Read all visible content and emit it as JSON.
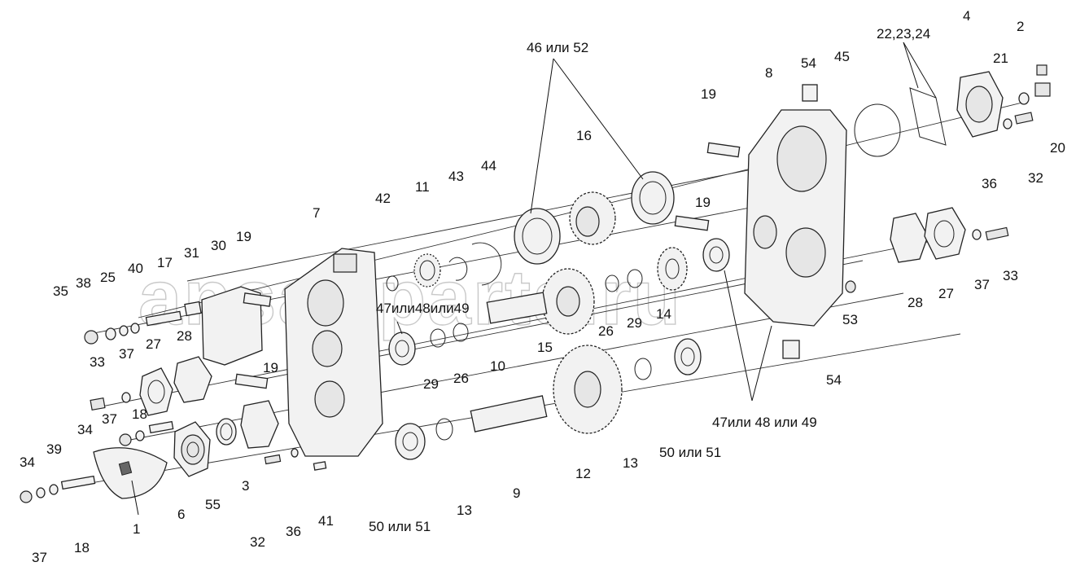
{
  "diagram": {
    "watermark": "ansat-parts.ru",
    "corner_mark": "",
    "labels": {
      "l1": "1",
      "l2": "2",
      "l3": "3",
      "l4": "4",
      "l6": "6",
      "l7": "7",
      "l8": "8",
      "l9": "9",
      "l10": "10",
      "l11": "11",
      "l12": "12",
      "l13a": "13",
      "l13b": "13",
      "l14": "14",
      "l15": "15",
      "l16": "16",
      "l17": "17",
      "l18a": "18",
      "l18b": "18",
      "l19a": "19",
      "l19b": "19",
      "l19c": "19",
      "l19d": "19",
      "l20": "20",
      "l21": "21",
      "l22": "22,23,24",
      "l25": "25",
      "l26a": "26",
      "l26b": "26",
      "l27a": "27",
      "l27b": "27",
      "l28a": "28",
      "l28b": "28",
      "l29a": "29",
      "l29b": "29",
      "l30": "30",
      "l31": "31",
      "l32a": "32",
      "l32b": "32",
      "l33a": "33",
      "l33b": "33",
      "l34a": "34",
      "l34b": "34",
      "l35": "35",
      "l36a": "36",
      "l36b": "36",
      "l37a": "37",
      "l37b": "37",
      "l37c": "37",
      "l37d": "37",
      "l38": "38",
      "l39": "39",
      "l40": "40",
      "l41": "41",
      "l42": "42",
      "l43": "43",
      "l44": "44",
      "l45": "45",
      "l46": "46 или 52",
      "l47a": "47или48или49",
      "l47b": "47или 48 или 49",
      "l50a": "50 или 51",
      "l50b": "50 или 51",
      "l53": "53",
      "l54a": "54",
      "l54b": "54",
      "l55": "55"
    }
  }
}
